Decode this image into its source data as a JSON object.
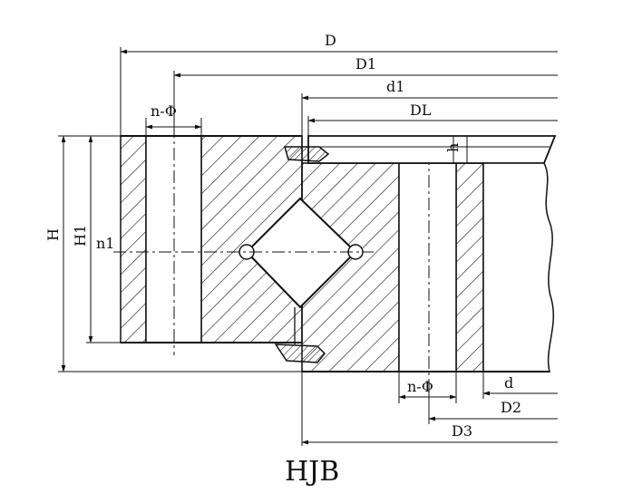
{
  "diagram": {
    "caption": "HJB",
    "dimensions": {
      "D": "D",
      "D1": "D1",
      "d1": "d1",
      "DL": "DL",
      "h": "h",
      "H": "H",
      "H1": "H1",
      "n1": "n1",
      "n_phi_top": "n-Φ",
      "n_phi_bottom": "n-Φ",
      "d": "d",
      "D2": "D2",
      "D3": "D3"
    }
  }
}
